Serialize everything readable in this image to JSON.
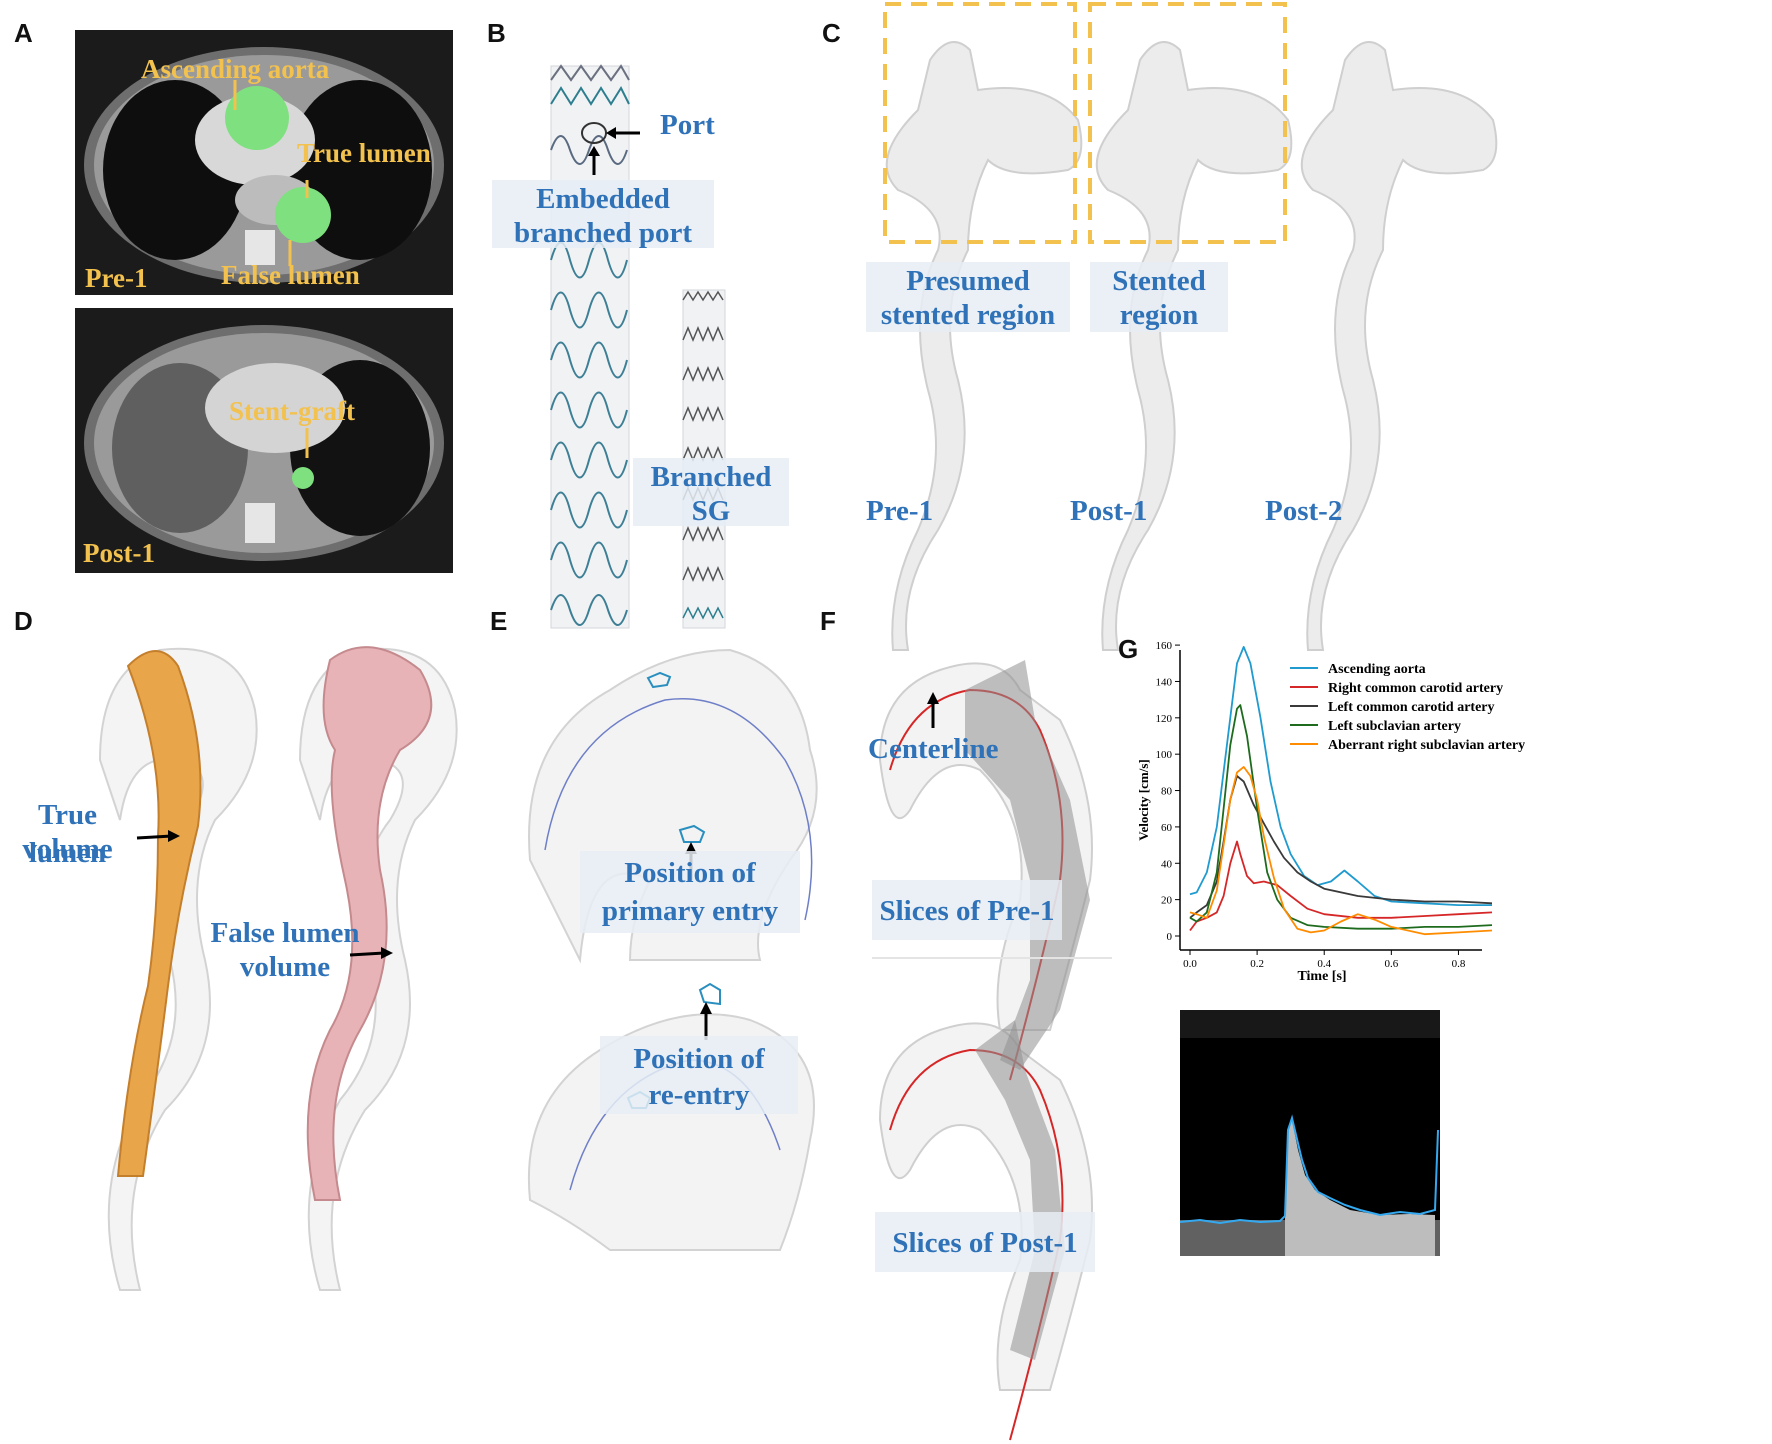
{
  "panels": {
    "A": {
      "label": "A",
      "ct_top": {
        "ascending": "Ascending aorta",
        "true_lumen": "True lumen",
        "false_lumen": "False lumen",
        "tag": "Pre-1"
      },
      "ct_bottom": {
        "stent": "Stent-graft",
        "tag": "Post-1"
      }
    },
    "B": {
      "label": "B",
      "port": "Port",
      "embedded_line1": "Embedded",
      "embedded_line2": "branched port",
      "branched_line1": "Branched",
      "branched_line2": "SG"
    },
    "C": {
      "label": "C",
      "presumed_line1": "Presumed",
      "presumed_line2": "stented region",
      "stented_line1": "Stented",
      "stented_line2": "region",
      "pre1": "Pre-1",
      "post1": "Post-1",
      "post2": "Post-2"
    },
    "D": {
      "label": "D",
      "true_line1": "True lumen",
      "true_line2": "volume",
      "false_line1": "False lumen",
      "false_line2": "volume"
    },
    "E": {
      "label": "E",
      "primary_line1": "Position of",
      "primary_line2": "primary entry",
      "reentry_line1": "Position of",
      "reentry_line2": "re-entry"
    },
    "F": {
      "label": "F",
      "centerline": "Centerline",
      "slices_pre": "Slices of Pre-1",
      "slices_post": "Slices of Post-1"
    },
    "G": {
      "label": "G"
    }
  },
  "colors": {
    "ct_label": "#f2c14e",
    "annot_blue": "#2f72b8",
    "lumen_green": "#7fe07f",
    "true_lumen_fill": "#e9a54a",
    "false_lumen_fill": "#e7b3b6"
  },
  "chart_data": {
    "type": "line",
    "xlabel": "Time [s]",
    "ylabel": "Velocity [cm/s]",
    "xlim": [
      0,
      0.9
    ],
    "ylim": [
      0,
      165
    ],
    "xticks": [
      "0.0",
      "0.2",
      "0.4",
      "0.6",
      "0.8"
    ],
    "yticks": [
      "0",
      "20",
      "40",
      "60",
      "80",
      "100",
      "120",
      "140",
      "160"
    ],
    "legend_position": "top-right",
    "series": [
      {
        "name": "Ascending aorta",
        "color": "#1f9bcf",
        "x": [
          0,
          0.02,
          0.05,
          0.08,
          0.11,
          0.14,
          0.16,
          0.18,
          0.21,
          0.24,
          0.27,
          0.3,
          0.34,
          0.38,
          0.42,
          0.46,
          0.5,
          0.55,
          0.6,
          0.7,
          0.8,
          0.9
        ],
        "y": [
          23,
          24,
          35,
          60,
          105,
          150,
          159,
          150,
          120,
          85,
          60,
          45,
          33,
          28,
          30,
          36,
          30,
          22,
          19,
          18,
          17,
          17
        ]
      },
      {
        "name": "Right common carotid artery",
        "color": "#d62728",
        "x": [
          0,
          0.02,
          0.05,
          0.08,
          0.1,
          0.12,
          0.14,
          0.15,
          0.17,
          0.19,
          0.22,
          0.26,
          0.3,
          0.35,
          0.4,
          0.5,
          0.6,
          0.7,
          0.8,
          0.9
        ],
        "y": [
          3,
          8,
          10,
          13,
          22,
          40,
          52,
          45,
          33,
          29,
          30,
          28,
          22,
          15,
          12,
          10,
          10,
          11,
          12,
          13
        ]
      },
      {
        "name": "Left common carotid artery",
        "color": "#3a3a3a",
        "x": [
          0,
          0.02,
          0.05,
          0.08,
          0.1,
          0.12,
          0.14,
          0.16,
          0.19,
          0.22,
          0.25,
          0.28,
          0.32,
          0.36,
          0.4,
          0.5,
          0.6,
          0.7,
          0.8,
          0.9
        ],
        "y": [
          10,
          13,
          17,
          30,
          52,
          75,
          88,
          85,
          72,
          62,
          52,
          43,
          35,
          30,
          26,
          22,
          20,
          19,
          19,
          18
        ]
      },
      {
        "name": "Left subclavian artery",
        "color": "#1e6b1e",
        "x": [
          0,
          0.02,
          0.05,
          0.08,
          0.1,
          0.12,
          0.14,
          0.15,
          0.17,
          0.2,
          0.23,
          0.26,
          0.3,
          0.35,
          0.4,
          0.5,
          0.6,
          0.7,
          0.8,
          0.9
        ],
        "y": [
          10,
          8,
          13,
          35,
          70,
          105,
          125,
          127,
          110,
          70,
          35,
          20,
          10,
          6,
          5,
          4,
          4,
          5,
          5,
          6
        ]
      },
      {
        "name": "Aberrant right subclavian artery",
        "color": "#ff8c00",
        "x": [
          0,
          0.02,
          0.05,
          0.08,
          0.1,
          0.12,
          0.14,
          0.16,
          0.18,
          0.2,
          0.22,
          0.25,
          0.28,
          0.32,
          0.36,
          0.4,
          0.45,
          0.5,
          0.55,
          0.6,
          0.7,
          0.8,
          0.9
        ],
        "y": [
          13,
          12,
          10,
          25,
          50,
          75,
          90,
          93,
          88,
          75,
          55,
          32,
          15,
          4,
          2,
          3,
          8,
          12,
          9,
          5,
          1,
          2,
          3
        ]
      }
    ]
  }
}
